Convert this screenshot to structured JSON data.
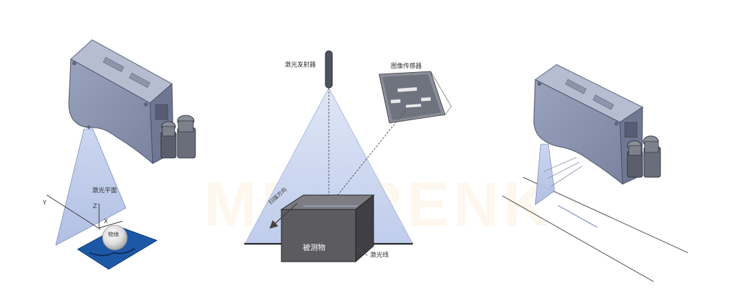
{
  "watermark": "MEKRENK",
  "left_diagram": {
    "laser_plane_label": "激光平面",
    "axis_y": "Y",
    "axis_z": "Z",
    "axis_x": "X",
    "object_label": "物体"
  },
  "center_diagram": {
    "emitter_label": "激光发射器",
    "sensor_label": "图像传感器",
    "scan_direction_label": "扫描方向",
    "measured_object_label": "被测物",
    "laser_line_label": "激光线"
  },
  "colors": {
    "laser": "#b9c6e6",
    "laser_edge": "#7a8cc0",
    "housing": "#8e97b3",
    "housing_dark": "#5d6580",
    "plate": "#1d58a6",
    "box_front": "#5a5a5e",
    "box_top": "#7a7a80",
    "box_side": "#3d3d42"
  }
}
